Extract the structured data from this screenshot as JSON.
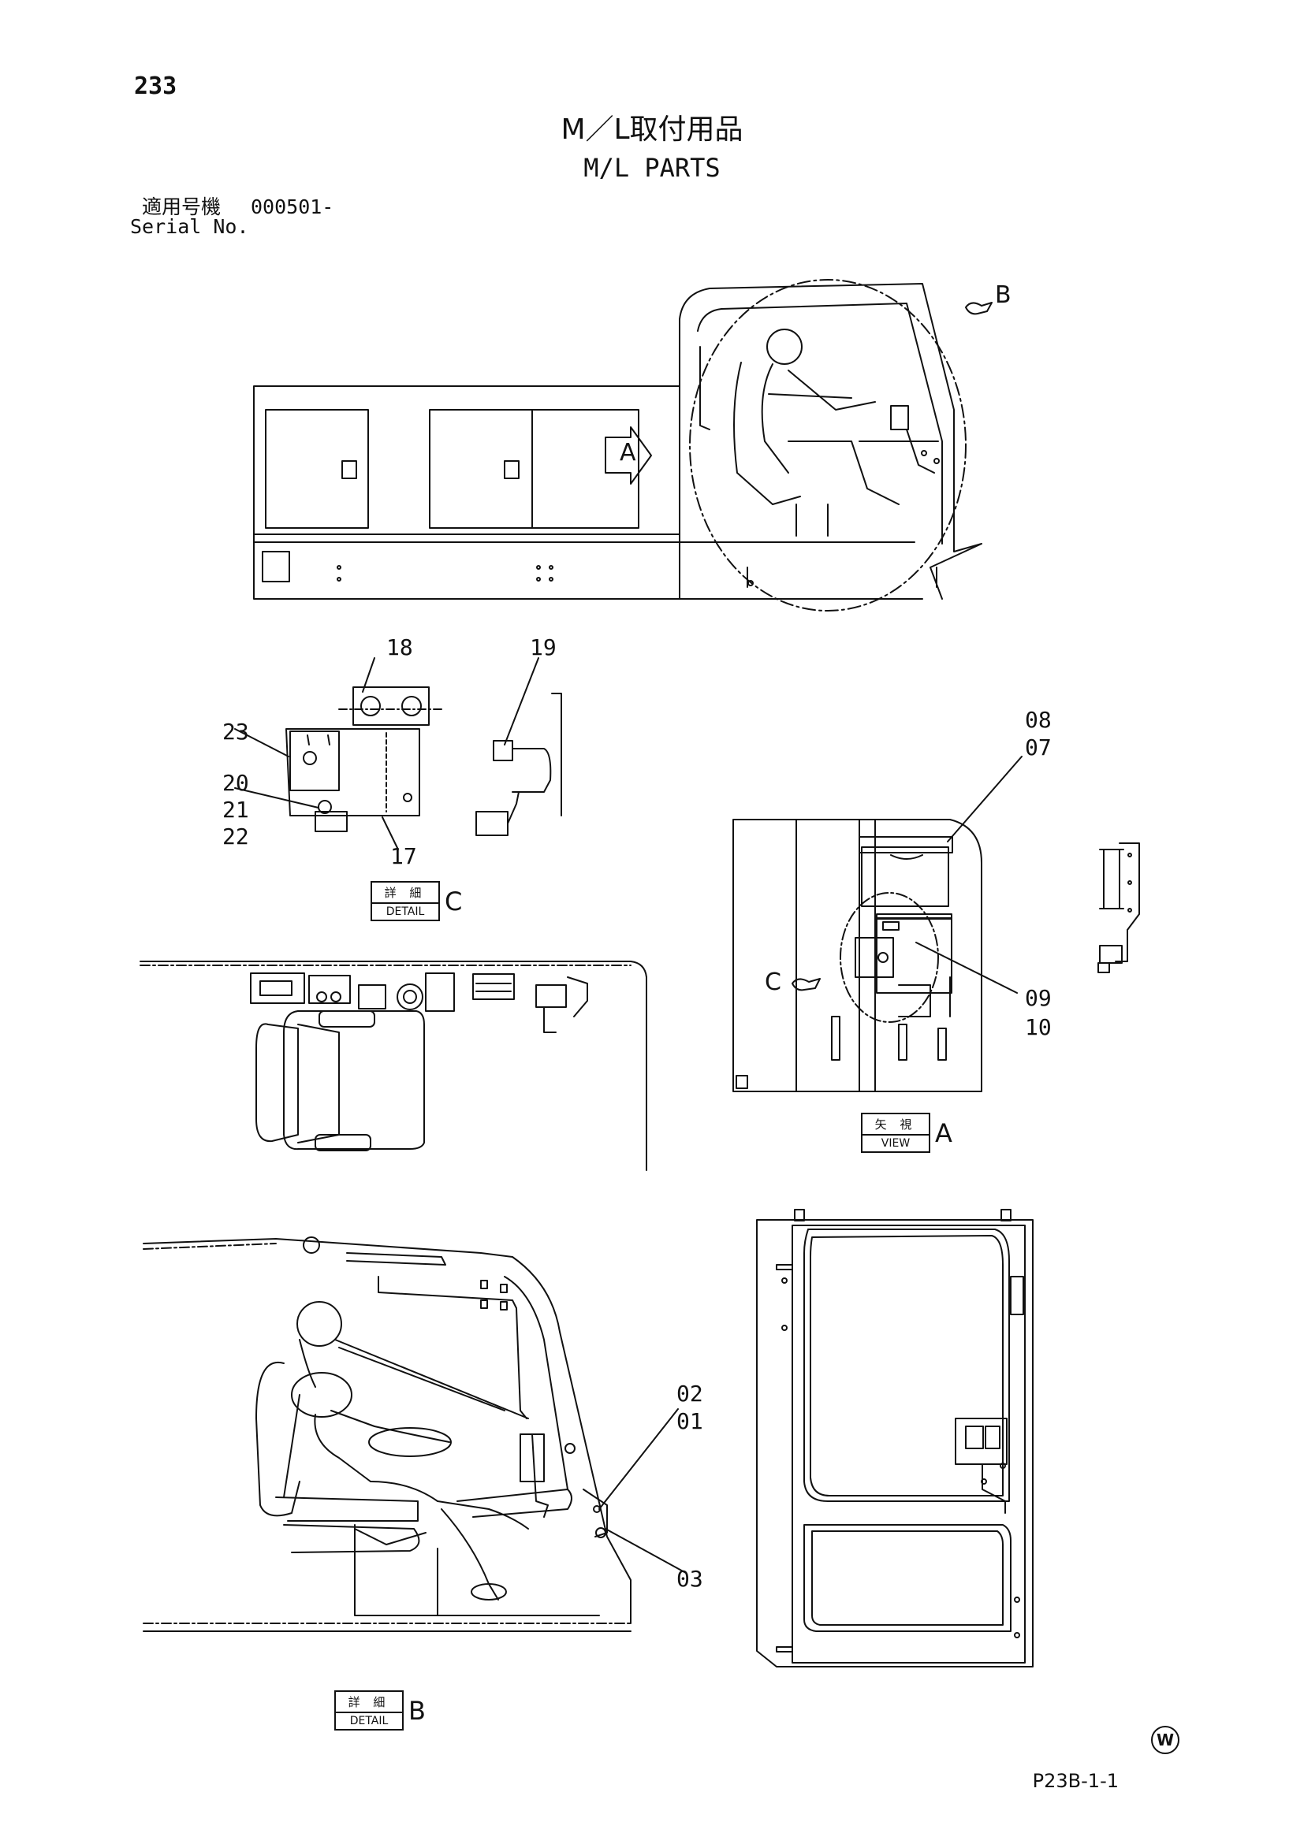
{
  "page": {
    "number": "233",
    "title_jp": "M／L取付用品",
    "title_en": "M/L PARTS",
    "serial_label_jp": "適用号機",
    "serial_label_en": "Serial No.",
    "serial_value": "000501-",
    "footer_code": "P23B-1-1",
    "corner_mark": "W"
  },
  "views": {
    "arrow_a": "A",
    "arrow_b": "B",
    "arrow_c": "C",
    "detail_c": {
      "jp": "詳 細",
      "en": "DETAIL",
      "letter": "C"
    },
    "view_a": {
      "jp": "矢 視",
      "en": "VIEW",
      "letter": "A"
    },
    "detail_b": {
      "jp": "詳 細",
      "en": "DETAIL",
      "letter": "B"
    }
  },
  "callouts": [
    "18",
    "19",
    "23",
    "20",
    "21",
    "22",
    "17",
    "08",
    "07",
    "09",
    "10",
    "02",
    "01",
    "03"
  ]
}
